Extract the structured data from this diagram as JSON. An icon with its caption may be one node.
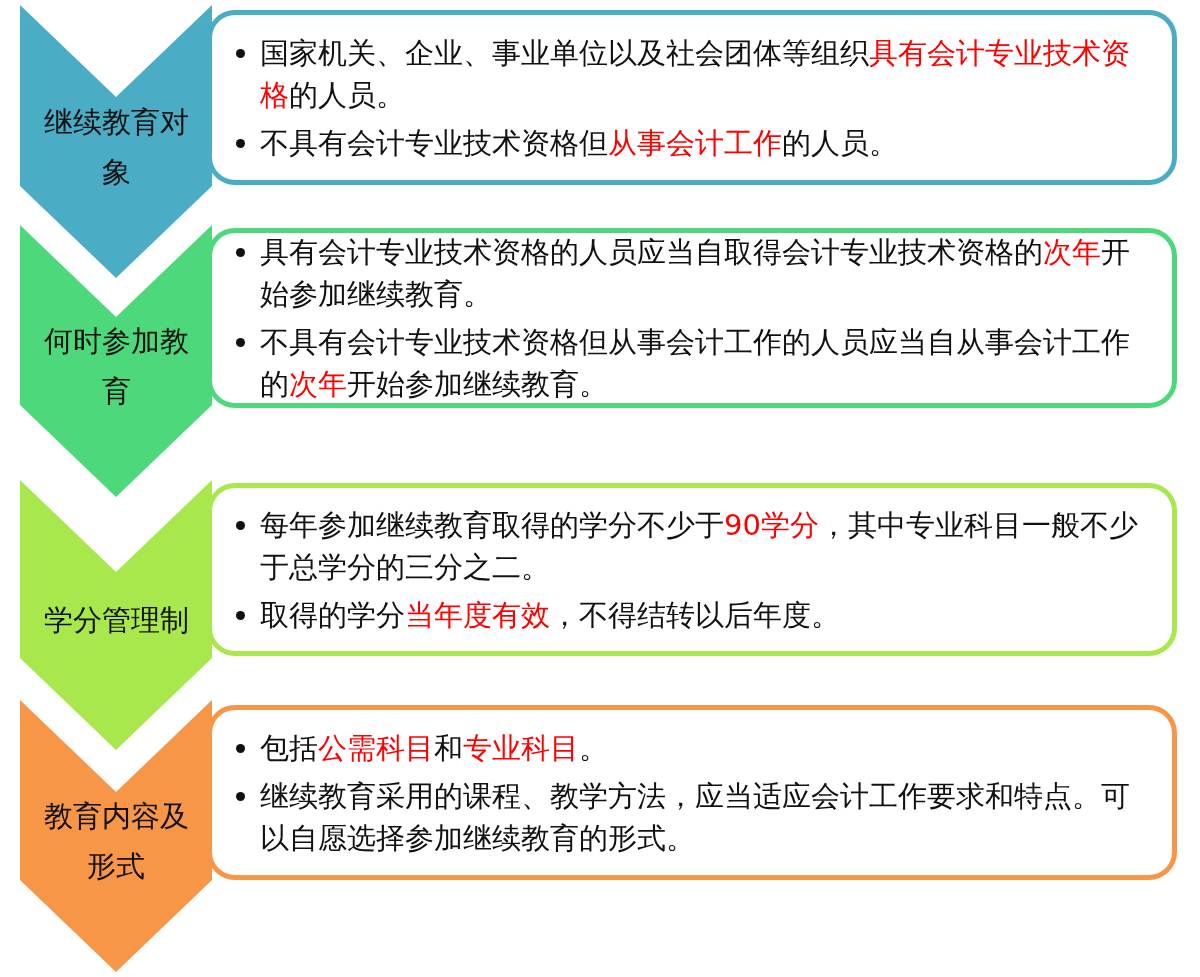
{
  "diagram": {
    "nodes": [
      {
        "text": [
          "继续教育对象"
        ]
      },
      {
        "text": [
          "国家机关、企业、事业单位以及社会团体等组织**具有会计专业技术资格**的人员。",
          "不具有会计专业技术资格但**从事会计工作**的人员。"
        ]
      },
      {
        "text": [
          "何时参加教育"
        ]
      },
      {
        "text": [
          "具有会计专业技术资格的人员应当自取得会计专业技术资格的**次年**开始参加继续教育。",
          "不具有会计专业技术资格但从事会计工作的人员应当自从事会计工作的**次年**开始参加继续教育。"
        ]
      },
      {
        "text": [
          "学分管理制"
        ]
      },
      {
        "text": [
          "每年参加继续教育取得的学分不少于**90学分**，其中专业科目一般不少于总学分的三分之二。",
          "取得的学分**当年度有效**，不得结转以后年度。"
        ]
      },
      {
        "text": [
          "教育内容及形式"
        ]
      },
      {
        "text": [
          "包括**公需科目**和**专业科目**。",
          "继续教育采用的课程、教学方法，应当适应会计工作要求和特点。可以自愿选择参加继续教育的形式。"
        ]
      }
    ]
  }
}
